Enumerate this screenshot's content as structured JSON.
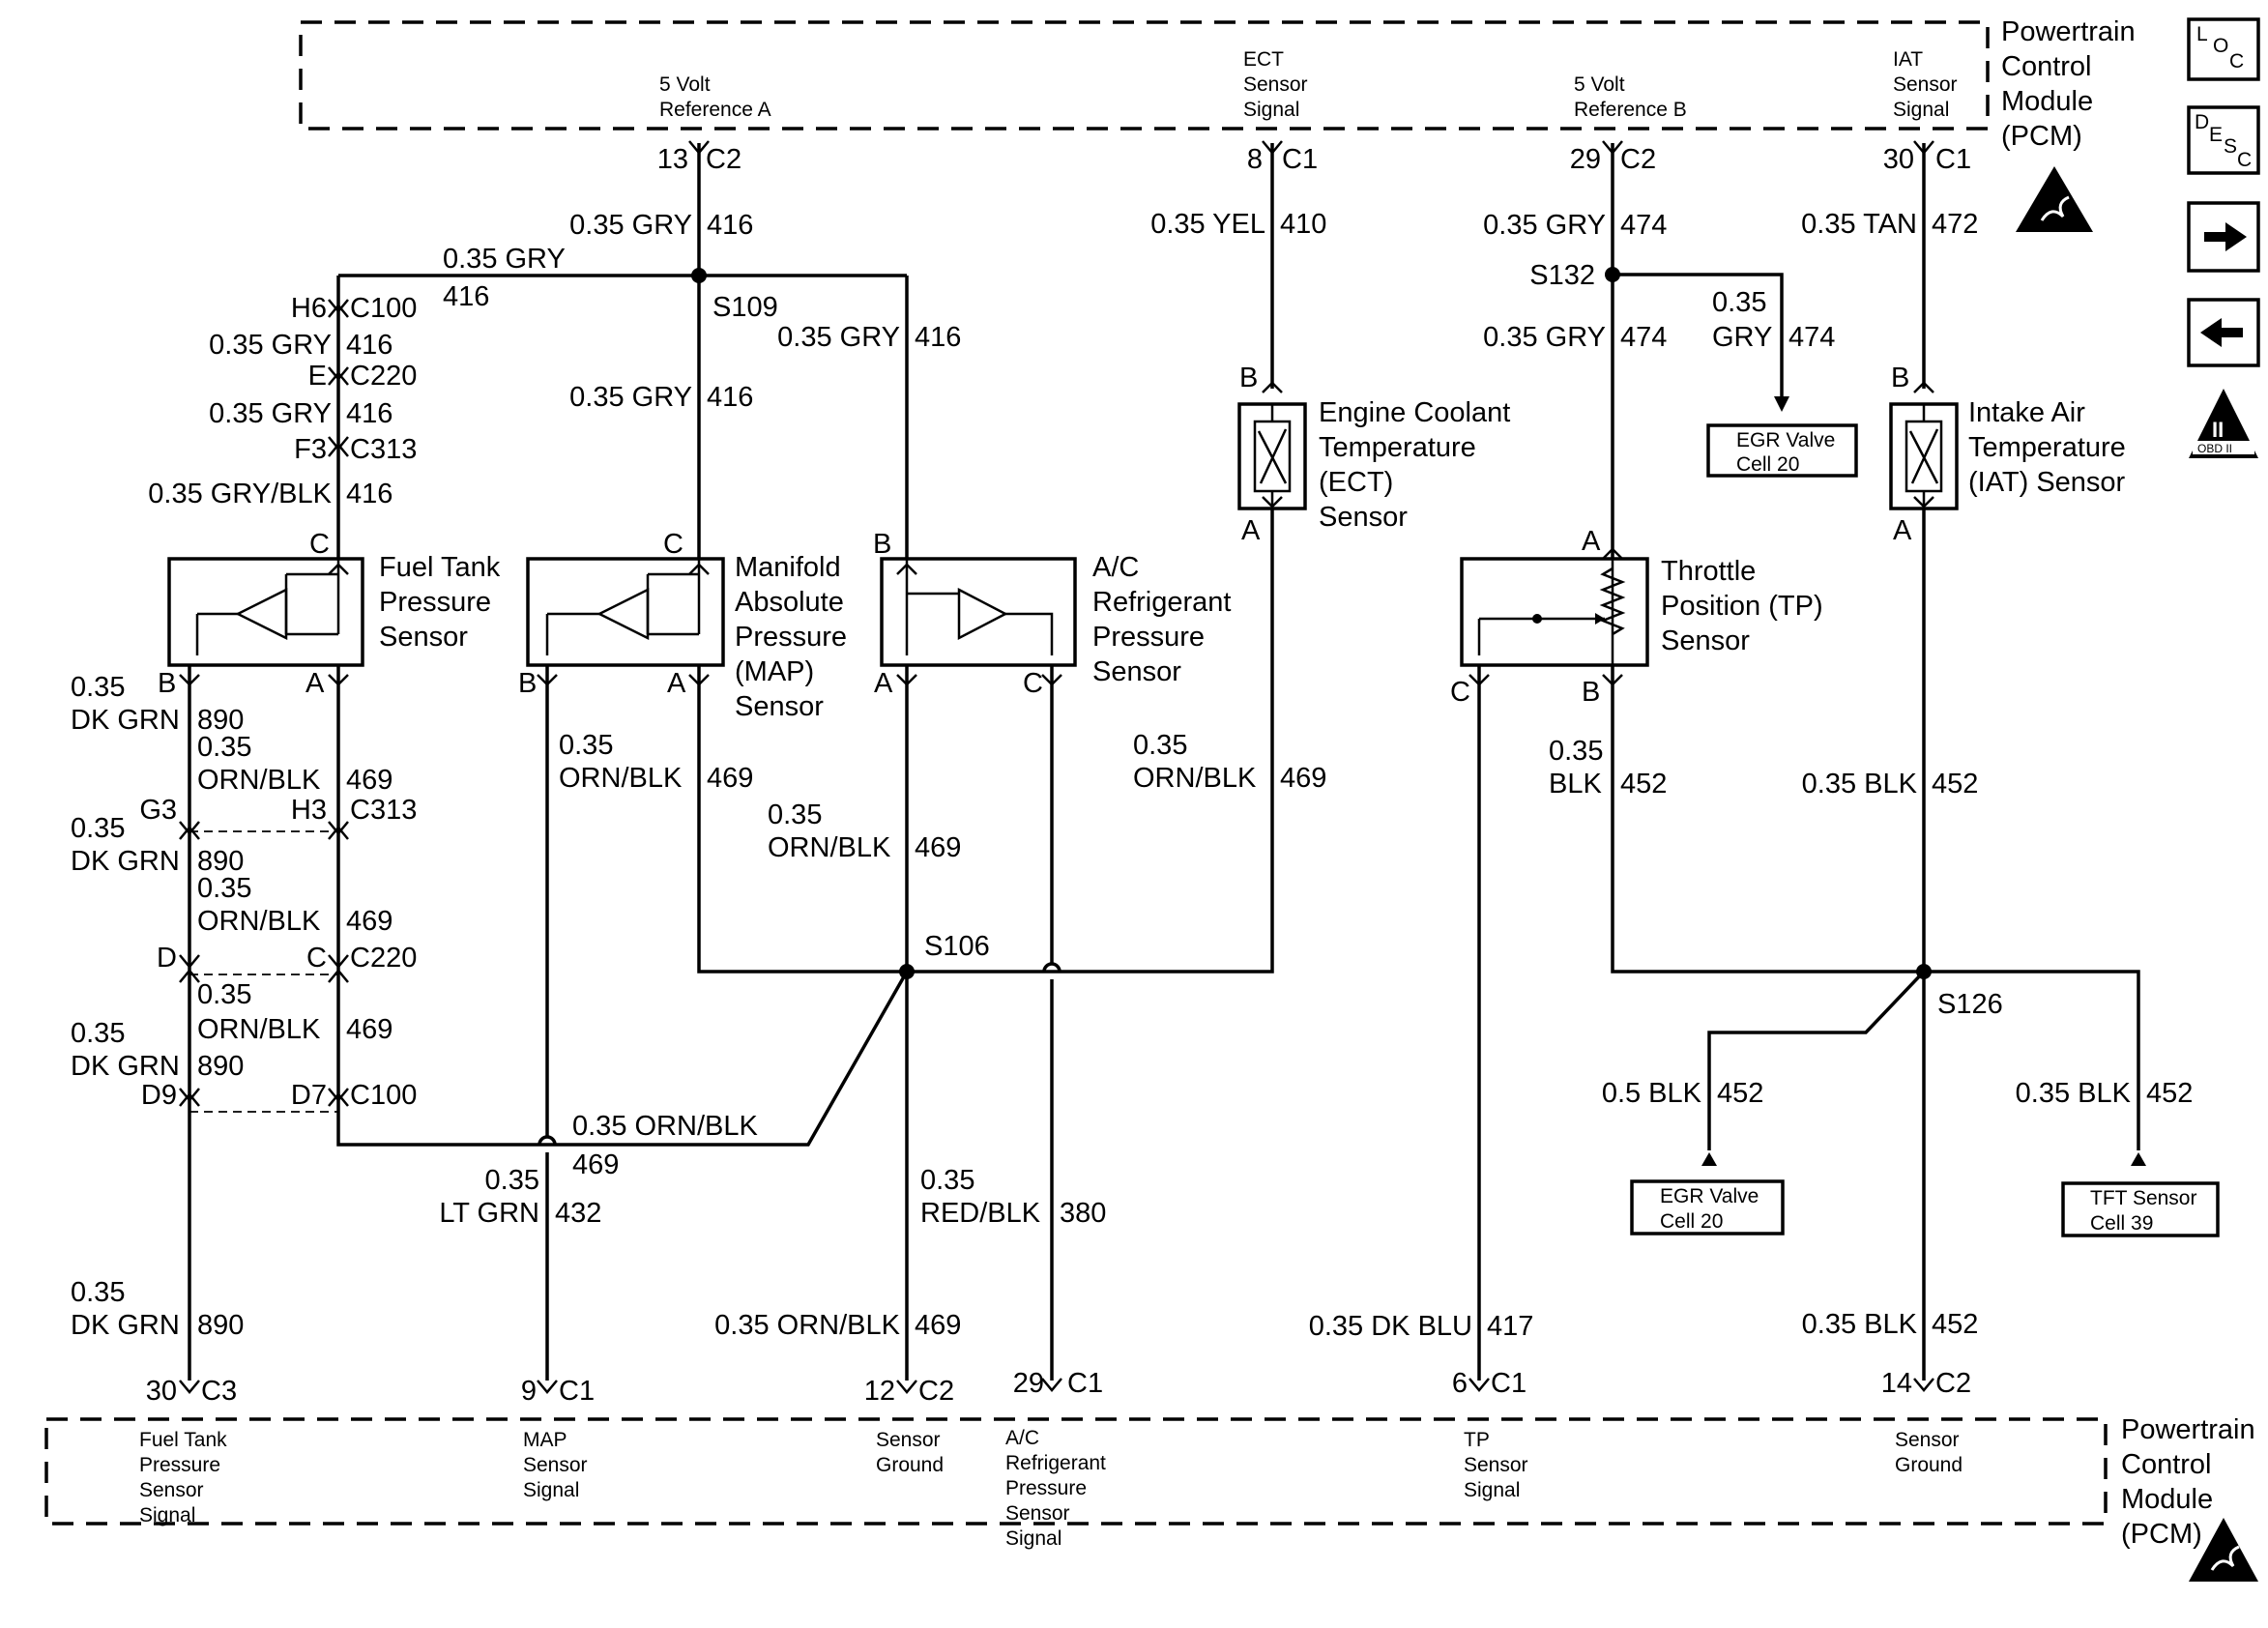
{
  "pcm_top": {
    "title": [
      "Powertrain",
      "Control",
      "Module",
      "(PCM)"
    ],
    "pins": [
      {
        "label": [
          "5 Volt",
          "Reference A"
        ],
        "num": "13",
        "conn": "C2"
      },
      {
        "label": [
          "ECT",
          "Sensor",
          "Signal"
        ],
        "num": "8",
        "conn": "C1"
      },
      {
        "label": [
          "5 Volt",
          "Reference B"
        ],
        "num": "29",
        "conn": "C2"
      },
      {
        "label": [
          "IAT",
          "Sensor",
          "Signal"
        ],
        "num": "30",
        "conn": "C1"
      }
    ]
  },
  "pcm_bottom": {
    "title": [
      "Powertrain",
      "Control",
      "Module",
      "(PCM)"
    ],
    "pins": [
      {
        "label": [
          "Fuel Tank",
          "Pressure",
          "Sensor",
          "Signal"
        ],
        "num": "30",
        "conn": "C3"
      },
      {
        "label": [
          "MAP",
          "Sensor",
          "Signal"
        ],
        "num": "9",
        "conn": "C1"
      },
      {
        "label": [
          "Sensor",
          "Ground"
        ],
        "num": "12",
        "conn": "C2"
      },
      {
        "label": [
          "A/C",
          "Refrigerant",
          "Pressure",
          "Sensor",
          "Signal"
        ],
        "num": "29",
        "conn": "C1"
      },
      {
        "label": [
          "TP",
          "Sensor",
          "Signal"
        ],
        "num": "6",
        "conn": "C1"
      },
      {
        "label": [
          "Sensor",
          "Ground"
        ],
        "num": "14",
        "conn": "C2"
      }
    ]
  },
  "side_icons": {
    "loc": [
      "L",
      "O",
      "C"
    ],
    "desc": [
      "D",
      "E",
      "S",
      "C"
    ],
    "next": "→",
    "prev": "←",
    "obd": [
      "II",
      "OBD II"
    ]
  },
  "splices": [
    "S109",
    "S132",
    "S106",
    "S126"
  ],
  "components": {
    "fuel_tank": {
      "name": [
        "Fuel Tank",
        "Pressure",
        "Sensor"
      ],
      "pins": [
        "C",
        "B",
        "A"
      ]
    },
    "map": {
      "name": [
        "Manifold",
        "Absolute",
        "Pressure",
        "(MAP)",
        "Sensor"
      ],
      "pins": [
        "C",
        "B",
        "A"
      ]
    },
    "ac": {
      "name": [
        "A/C",
        "Refrigerant",
        "Pressure",
        "Sensor"
      ],
      "pins": [
        "B",
        "A",
        "C"
      ]
    },
    "ect": {
      "name": [
        "Engine Coolant",
        "Temperature",
        "(ECT)",
        "Sensor"
      ],
      "pins": [
        "B",
        "A"
      ]
    },
    "tp": {
      "name": [
        "Throttle",
        "Position (TP)",
        "Sensor"
      ],
      "pins": [
        "A",
        "C",
        "B"
      ]
    },
    "iat": {
      "name": [
        "Intake Air",
        "Temperature",
        "(IAT) Sensor"
      ],
      "pins": [
        "B",
        "A"
      ]
    }
  },
  "refs": {
    "egr_top": [
      "EGR Valve",
      "Cell 20"
    ],
    "egr_bottom": [
      "EGR Valve",
      "Cell 20"
    ],
    "tft": [
      "TFT Sensor",
      "Cell 39"
    ]
  },
  "connectors": {
    "h6": [
      "H6",
      "C100"
    ],
    "e": [
      "E",
      "C220"
    ],
    "f3": [
      "F3",
      "C313"
    ],
    "g3": [
      "G3"
    ],
    "h3": [
      "H3",
      "C313"
    ],
    "d": [
      "D"
    ],
    "c": [
      "C",
      "C220"
    ],
    "d9": [
      "D9"
    ],
    "d7": [
      "D7",
      "C100"
    ]
  },
  "wires": {
    "w_416_pcm": [
      "0.35 GRY",
      "416"
    ],
    "w_416_left": [
      "0.35 GRY",
      "416"
    ],
    "w_416_s109": [
      "S109"
    ],
    "w_416_ac": [
      "0.35 GRY",
      "416"
    ],
    "w_416_map": [
      "0.35 GRY",
      "416"
    ],
    "w_416_a": [
      "0.35 GRY",
      "416"
    ],
    "w_416_b": [
      "0.35 GRY",
      "416"
    ],
    "w_416_c": [
      "0.35 GRY/BLK",
      "416"
    ],
    "w_410": [
      "0.35 YEL",
      "410"
    ],
    "w_474_pcm": [
      "0.35 GRY",
      "474"
    ],
    "w_474_tp": [
      "0.35 GRY",
      "474"
    ],
    "w_474_egr": [
      "0.35",
      "GRY",
      "474"
    ],
    "w_472": [
      "0.35 TAN",
      "472"
    ],
    "w_890_a": [
      "0.35",
      "DK GRN",
      "890"
    ],
    "w_469_a": [
      "0.35",
      "ORN/BLK",
      "469"
    ],
    "w_890_b": [
      "0.35",
      "DK GRN",
      "890"
    ],
    "w_469_b": [
      "0.35",
      "ORN/BLK",
      "469"
    ],
    "w_890_c": [
      "0.35",
      "DK GRN",
      "890"
    ],
    "w_469_c": [
      "0.35",
      "ORN/BLK",
      "469"
    ],
    "w_469_map": [
      "0.35",
      "ORN/BLK",
      "469"
    ],
    "w_469_ac": [
      "0.35",
      "ORN/BLK",
      "469"
    ],
    "w_469_ect": [
      "0.35",
      "ORN/BLK",
      "469"
    ],
    "w_469_bottom": [
      "0.35 ORN/BLK",
      "469"
    ],
    "w_432": [
      "0.35",
      "LT GRN",
      "432"
    ],
    "w_380": [
      "0.35",
      "RED/BLK",
      "380"
    ],
    "w_890_pcm": [
      "0.35",
      "DK GRN",
      "890"
    ],
    "w_469_pcm": [
      "0.35 ORN/BLK",
      "469"
    ],
    "w_452_tp": [
      "0.35",
      "BLK",
      "452"
    ],
    "w_452_iat": [
      "0.35 BLK",
      "452"
    ],
    "w_452_egr": [
      "0.5 BLK",
      "452"
    ],
    "w_452_tft": [
      "0.35 BLK",
      "452"
    ],
    "w_417": [
      "0.35 DK BLU",
      "417"
    ],
    "w_452_pcm": [
      "0.35 BLK",
      "452"
    ]
  }
}
